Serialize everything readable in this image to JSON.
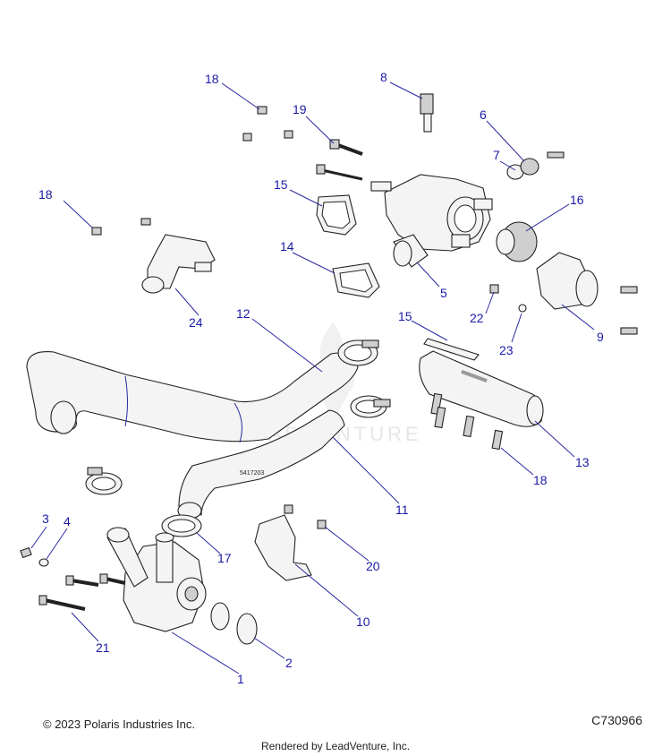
{
  "callouts": {
    "c1": "1",
    "c2": "2",
    "c3": "3",
    "c4": "4",
    "c5": "5",
    "c6": "6",
    "c7": "7",
    "c8": "8",
    "c9": "9",
    "c10": "10",
    "c11": "11",
    "c12": "12",
    "c13": "13",
    "c14": "14",
    "c15a": "15",
    "c15b": "15",
    "c16": "16",
    "c17": "17",
    "c18a": "18",
    "c18b": "18",
    "c18c": "18",
    "c19": "19",
    "c20": "20",
    "c21": "21",
    "c22": "22",
    "c23": "23",
    "c24": "24"
  },
  "hose_marking": "5417203",
  "watermark": "LEADVENTURE",
  "footer": {
    "copyright": "© 2023 Polaris Industries Inc.",
    "code": "C730966",
    "rendered_by": "Rendered by LeadVenture, Inc."
  }
}
